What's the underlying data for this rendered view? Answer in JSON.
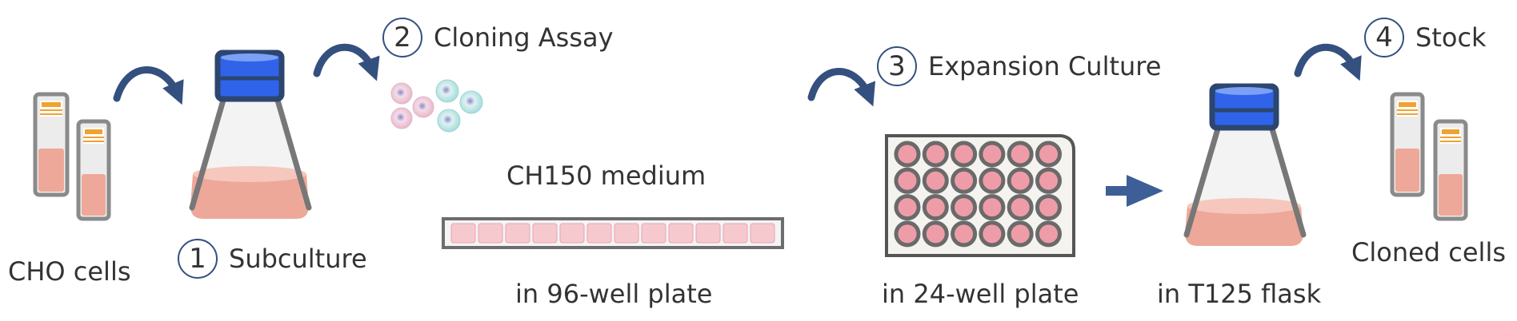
{
  "colors": {
    "arrow": "#34507f",
    "cap": "#2f64ea",
    "medium": "#eda899",
    "glass": "#ececec",
    "outline": "#707070",
    "well": "#ee9da8",
    "straight_arrow": "#3e5e97"
  },
  "steps": [
    {
      "num": "1",
      "label": "Subculture"
    },
    {
      "num": "2",
      "label": "Cloning Assay"
    },
    {
      "num": "3",
      "label": "Expansion Culture"
    },
    {
      "num": "4",
      "label": "Stock"
    }
  ],
  "labels": {
    "cho_cells": "CHO cells",
    "medium": "CH150 medium",
    "plate96": "in 96-well plate",
    "plate24": "in 24-well plate",
    "flask": "in T125 flask",
    "cloned": "Cloned cells"
  },
  "icons": [
    "cryovial-icon",
    "erlenmeyer-flask-icon",
    "curved-arrow-icon",
    "cell-cluster-icon",
    "well-strip-icon",
    "well-plate-icon",
    "right-arrow-icon"
  ]
}
